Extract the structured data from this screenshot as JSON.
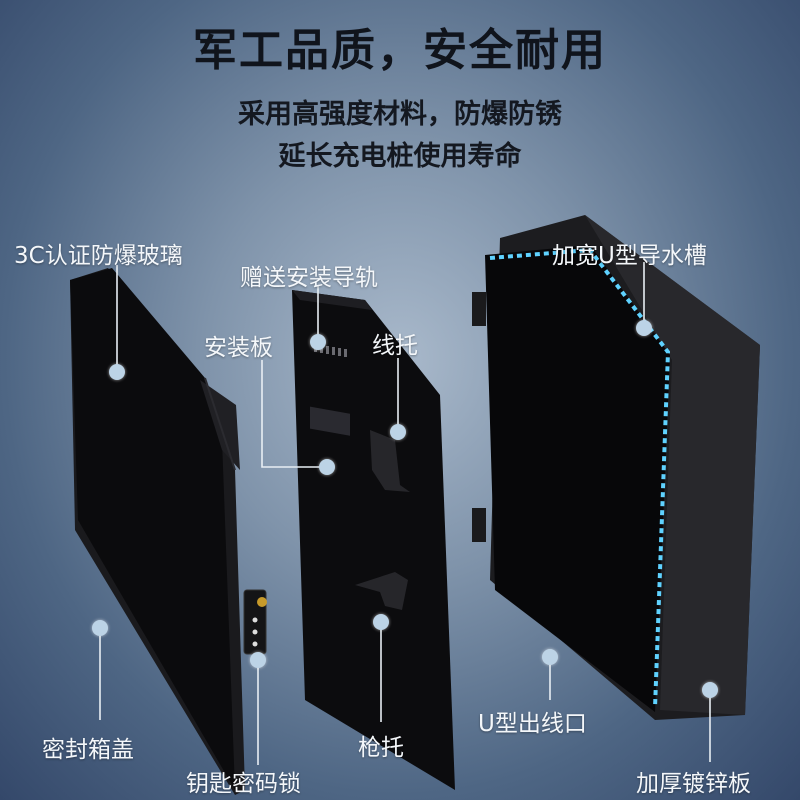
{
  "headline": {
    "title": "军工品质，安全耐用",
    "subtitle_line1": "采用高强度材料，防爆防锈",
    "subtitle_line2": "延长充电桩使用寿命"
  },
  "callouts": {
    "glass": "3C认证防爆玻璃",
    "rail": "赠送安装导轨",
    "mount_plate": "安装板",
    "cable_holder": "线托",
    "drain_channel": "加宽U型导水槽",
    "lid": "密封箱盖",
    "gun_holder": "枪托",
    "outlet": "U型出线口",
    "lock": "钥匙密码锁",
    "body": "加厚镀锌板"
  },
  "colors": {
    "background": "#6f86a0",
    "panel": "#0d0d0f",
    "drain_led": "#5fd2ff",
    "dot": "#bcd3e6"
  }
}
